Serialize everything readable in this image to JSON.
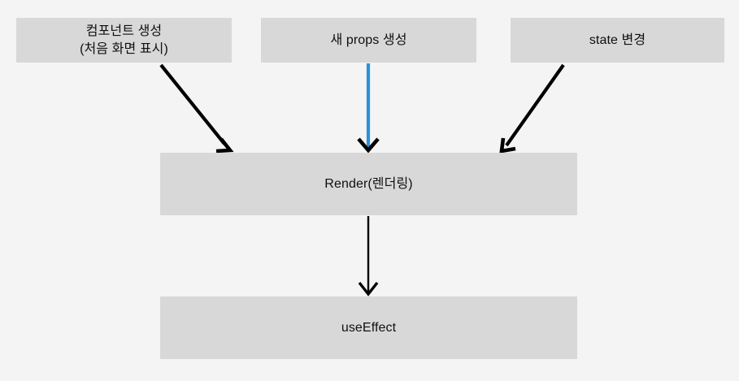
{
  "diagram": {
    "title": "React rendering lifecycle flow",
    "background_color": "#f4f4f4",
    "node_fill_color": "#d8d8d8",
    "text_color": "#0f0f0f",
    "edge_default_color": "#000000",
    "edge_highlight_color": "#2b90d9",
    "nodes": [
      {
        "id": "component-create",
        "label": "컴포넌트 생성\n(처음 화면 표시)"
      },
      {
        "id": "new-props",
        "label": "새 props 생성"
      },
      {
        "id": "state-change",
        "label": "state 변경"
      },
      {
        "id": "render",
        "label": "Render(렌더링)"
      },
      {
        "id": "useeffect",
        "label": "useEffect"
      }
    ],
    "edges": [
      {
        "id": "component-create-to-render",
        "from": "component-create",
        "to": "render",
        "color": "#000000",
        "style": "diagonal-down-right"
      },
      {
        "id": "new-props-to-render",
        "from": "new-props",
        "to": "render",
        "color": "#2b90d9",
        "style": "vertical-down"
      },
      {
        "id": "state-change-to-render",
        "from": "state-change",
        "to": "render",
        "color": "#000000",
        "style": "diagonal-down-left"
      },
      {
        "id": "render-to-useeffect",
        "from": "render",
        "to": "useeffect",
        "color": "#000000",
        "style": "vertical-down"
      }
    ]
  }
}
